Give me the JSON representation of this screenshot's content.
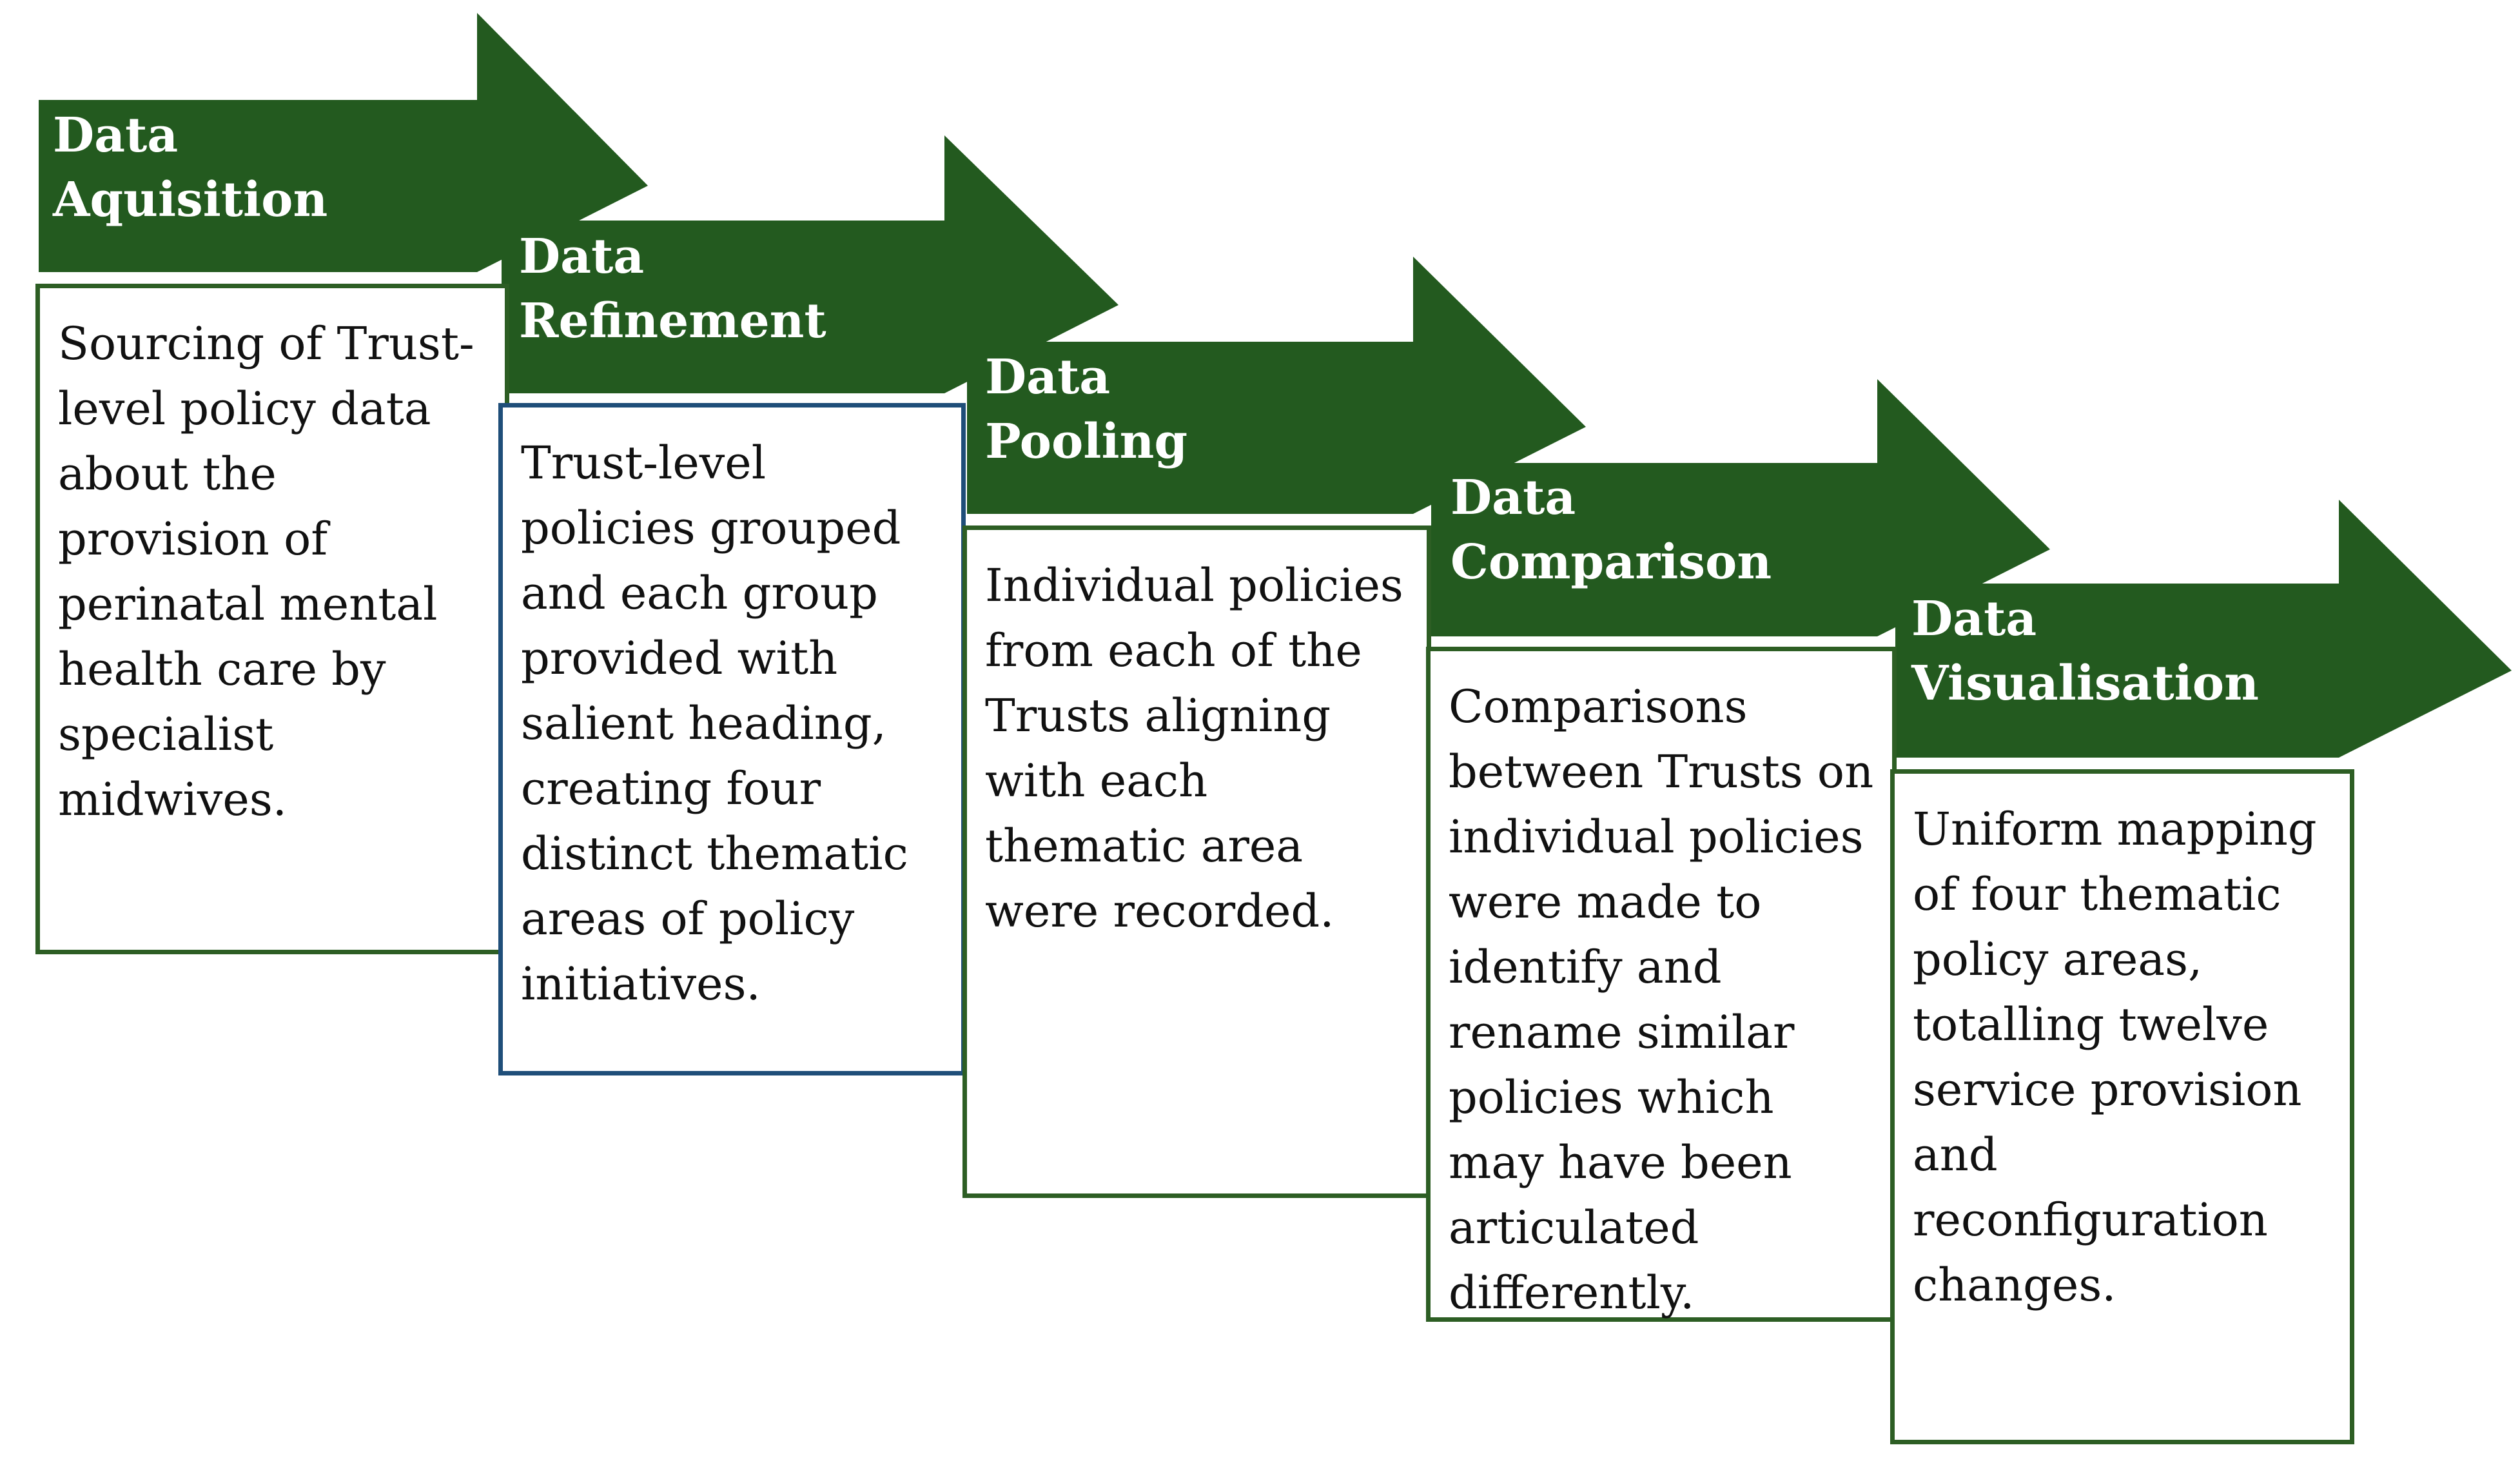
{
  "colors": {
    "arrow": "#235a1f",
    "box_border": "#2d5e24",
    "refinement_border": "#1f4e79"
  },
  "stages": [
    {
      "title_line1": "Data",
      "title_line2": "Aquisition",
      "description": "Sourcing of Trust-level policy data about the provision of perinatal mental health care by specialist midwives."
    },
    {
      "title_line1": "Data",
      "title_line2": "Refinement",
      "description": "Trust-level policies grouped and each group provided with salient heading, creating four distinct thematic areas of policy initiatives."
    },
    {
      "title_line1": "Data",
      "title_line2": "Pooling",
      "description": "Individual policies from each of the Trusts aligning with each thematic area were recorded."
    },
    {
      "title_line1": "Data",
      "title_line2": "Comparison",
      "description": "Comparisons between Trusts on individual policies were made to identify and rename similar policies which may have been articulated differently."
    },
    {
      "title_line1": "Data",
      "title_line2": "Visualisation",
      "description": "Uniform mapping of four thematic policy areas, totalling twelve service provision and reconfiguration changes."
    }
  ]
}
